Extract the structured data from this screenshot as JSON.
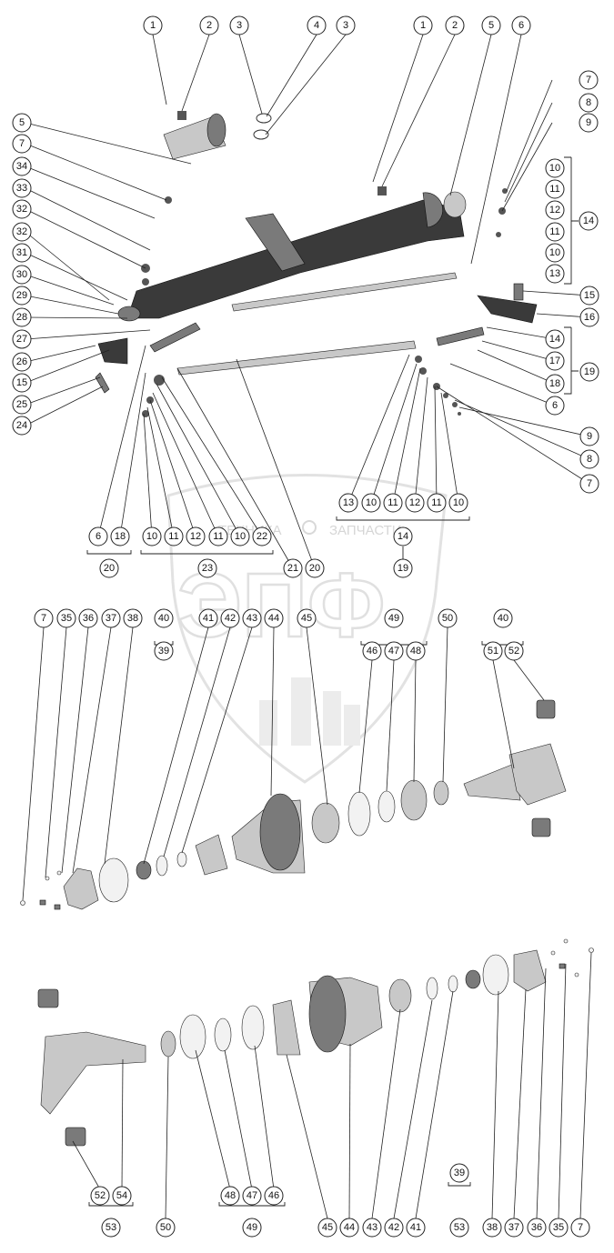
{
  "watermark": {
    "brand_left": "ТЕХНИКА",
    "brand_right": "ЗАПЧАСТИ",
    "logo_letters": "ЭПФ"
  },
  "top_section": {
    "callouts": [
      "1",
      "2",
      "3",
      "4",
      "3",
      "1",
      "2",
      "5",
      "6",
      "7",
      "8",
      "9",
      "10",
      "11",
      "12",
      "11",
      "10",
      "14",
      "13",
      "15",
      "16",
      "14",
      "17",
      "18",
      "19",
      "6",
      "9",
      "8",
      "7",
      "5",
      "7",
      "34",
      "33",
      "32",
      "32",
      "31",
      "30",
      "29",
      "28",
      "27",
      "26",
      "15",
      "25",
      "24",
      "13",
      "10",
      "11",
      "12",
      "11",
      "10",
      "6",
      "18",
      "20",
      "10",
      "11",
      "12",
      "11",
      "10",
      "22",
      "23",
      "21",
      "20",
      "14",
      "19"
    ]
  },
  "middle_section": {
    "callouts": [
      "7",
      "35",
      "36",
      "37",
      "38",
      "40",
      "39",
      "41",
      "42",
      "43",
      "44",
      "45",
      "49",
      "46",
      "47",
      "48",
      "50",
      "40",
      "51",
      "52"
    ]
  },
  "bottom_section": {
    "callouts": [
      "52",
      "54",
      "53",
      "50",
      "48",
      "47",
      "46",
      "49",
      "45",
      "44",
      "43",
      "42",
      "41",
      "39",
      "53",
      "38",
      "37",
      "36",
      "35",
      "7"
    ]
  }
}
